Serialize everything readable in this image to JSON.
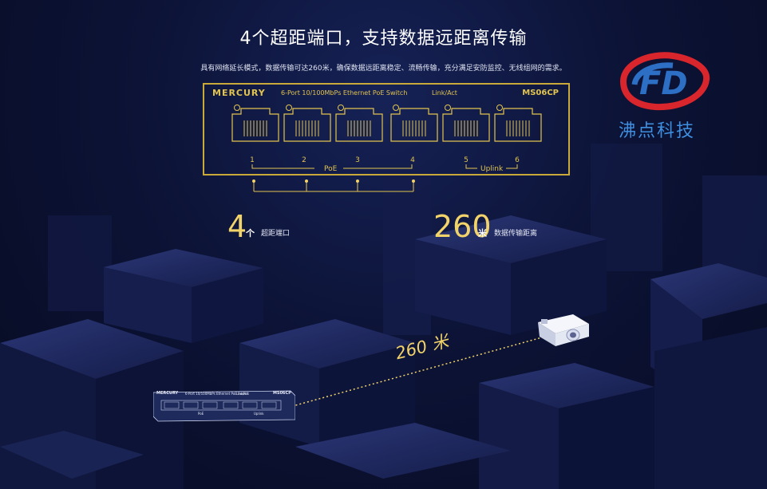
{
  "headline": "4个超距端口，支持数据远距离传输",
  "subline": "具有网络延长模式，数据传输可达260米，确保数据远距离稳定、流畅传输，充分满足安防监控、无线组网的需求。",
  "panel": {
    "brand": "MERCURY",
    "description": "6-Port 10/100MbPs Ethernet PoE Switch",
    "link_label": "Link/Act",
    "model": "MS06CP",
    "ports": [
      "1",
      "2",
      "3",
      "4",
      "5",
      "6"
    ],
    "poe_label": "PoE",
    "uplink_label": "Uplink"
  },
  "stats": [
    {
      "number": "4",
      "unit": "个",
      "label": "超距端口"
    },
    {
      "number": "260",
      "unit": "米",
      "label": "数据传输距离"
    }
  ],
  "distance_label": "260 米",
  "logo": {
    "letters": "FD",
    "name": "沸点科技"
  },
  "mini_switch": {
    "brand": "MERCURY",
    "description": "6-Port 10/100MbPs Ethernet PoE Switch",
    "link_label": "Link/Act",
    "model": "MS06CP",
    "poe_label": "PoE",
    "uplink_label": "Uplink"
  },
  "colors": {
    "accent": "#e2c44f",
    "background": "#0b1230",
    "logo_red": "#d8262c",
    "logo_blue": "#2c6fc4"
  },
  "icons": [
    "ethernet-port-icon",
    "security-camera-icon",
    "fd-logo-icon"
  ]
}
